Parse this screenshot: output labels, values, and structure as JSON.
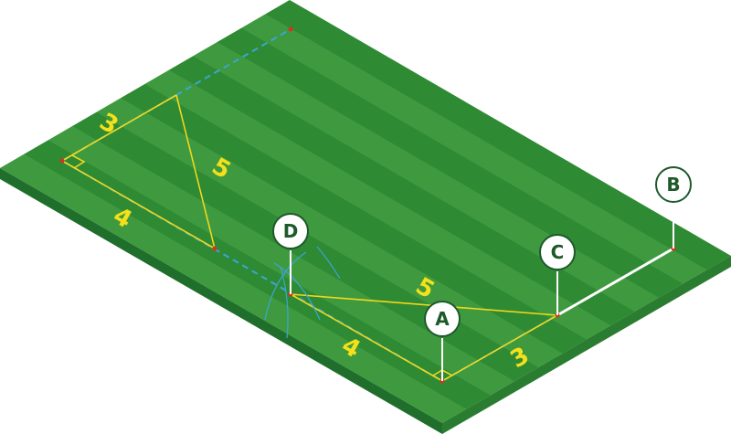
{
  "colors": {
    "field_stripe_light": "#3f9a3f",
    "field_stripe_dark": "#2f8a34",
    "field_side_left": "#1f6e2b",
    "field_side_right": "#2a7d30",
    "construction_line": "#f2d81c",
    "dimension_text": "#f5e11a",
    "marked_line": "#3aa6d6",
    "boundary_line": "#ffffff",
    "pin_fill": "#ffffff",
    "pin_text": "#1d5a2a",
    "arc_color": "#3aa6d6"
  },
  "triangle_left": {
    "side_3": "3",
    "side_4": "4",
    "hypotenuse_5": "5"
  },
  "triangle_right": {
    "side_3": "3",
    "side_4": "4",
    "hypotenuse_5": "5"
  },
  "markers": {
    "a": "A",
    "b": "B",
    "c": "C",
    "d": "D"
  }
}
